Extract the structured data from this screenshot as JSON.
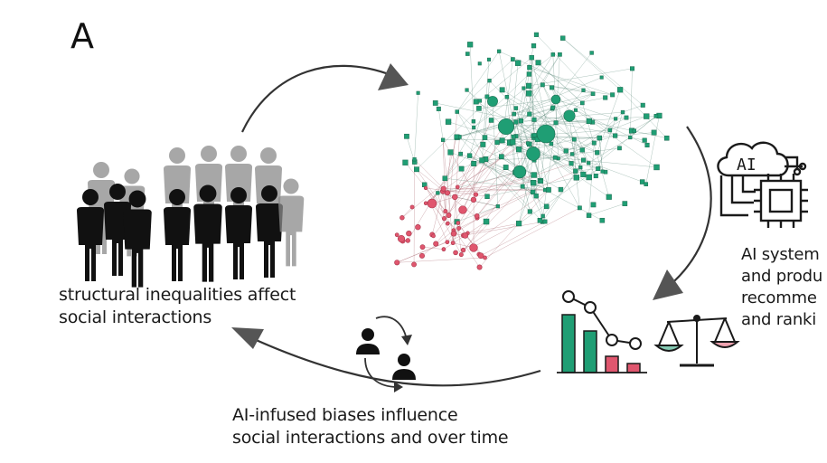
{
  "panel_letter": "A",
  "labels": {
    "inequalities": [
      "structural inequalities affect",
      "social interactions"
    ],
    "biases": [
      "AI-infused biases influence",
      "social interactions and over time"
    ],
    "ai_systems": [
      "AI system",
      "and produ",
      "recomme",
      "and ranki"
    ]
  },
  "ai_chip_text": "AI",
  "colors": {
    "network_majority": "#1f9e74",
    "network_minority": "#e0566e",
    "bar_green": "#1f9e74",
    "bar_red": "#e0566e",
    "line_color": "#1a1a1a",
    "people_dark": "#111111",
    "people_grey": "#8a8a8a"
  },
  "icons": {
    "crowd": "people-crowd-icon",
    "network": "social-network-graph-icon",
    "ai": "ai-cloud-chip-icon",
    "chart": "bar-chart-ranking-icon",
    "scale": "balance-scale-icon",
    "exchange": "users-exchange-icon"
  }
}
